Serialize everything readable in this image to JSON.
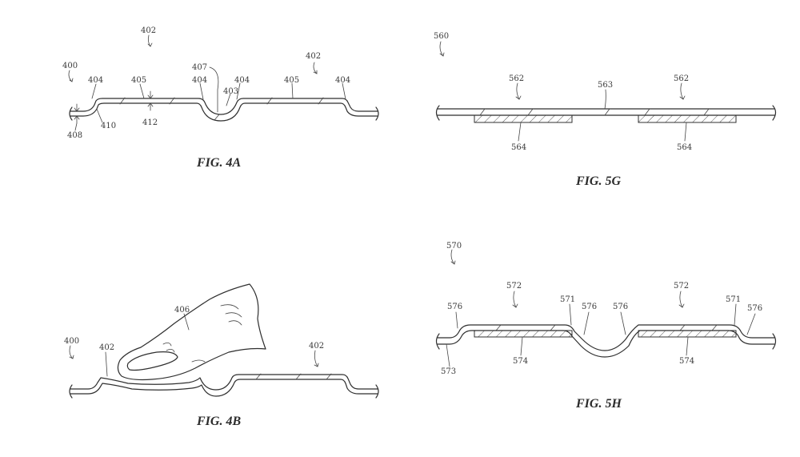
{
  "figures": {
    "fig4a": {
      "caption": "FIG. 4A",
      "refs": {
        "r402a": "402",
        "r402b": "402",
        "r400": "400",
        "r404a": "404",
        "r405a": "405",
        "r407": "407",
        "r404b": "404",
        "r404c": "404",
        "r405b": "405",
        "r404d": "404",
        "r403": "403",
        "r410": "410",
        "r412": "412",
        "r408": "408"
      }
    },
    "fig5g": {
      "caption": "FIG. 5G",
      "refs": {
        "r560": "560",
        "r562a": "562",
        "r563": "563",
        "r562b": "562",
        "r564a": "564",
        "r564b": "564"
      }
    },
    "fig4b": {
      "caption": "FIG. 4B",
      "refs": {
        "r406": "406",
        "r400": "400",
        "r402a": "402",
        "r402b": "402"
      }
    },
    "fig5h": {
      "caption": "FIG. 5H",
      "refs": {
        "r570": "570",
        "r572a": "572",
        "r572b": "572",
        "r576a": "576",
        "r571a": "571",
        "r576b": "576",
        "r576c": "576",
        "r571b": "571",
        "r576d": "576",
        "r573": "573",
        "r574a": "574",
        "r574b": "574"
      }
    }
  }
}
